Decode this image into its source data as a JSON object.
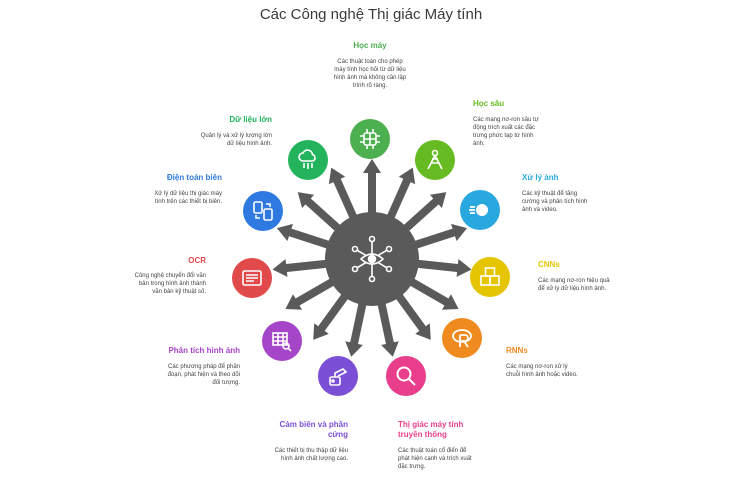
{
  "title": "Các Công nghệ Thị giác Máy tính",
  "colors": {
    "hub": "#5a5a5a",
    "hub_arrows": "#5a5a5a",
    "hoc_may": "#4caf50",
    "hoc_sau": "#66bb22",
    "xu_ly_anh": "#29a8e0",
    "cnns": "#e5c400",
    "rnns": "#ef8a1e",
    "thi_giac_truyen_thong": "#e83e8c",
    "cam_bien": "#7b4fd6",
    "phan_tich": "#a545c8",
    "ocr": "#e04a4a",
    "dien_toan_bien": "#2f7ae0",
    "du_lieu_lon": "#22b35c"
  },
  "items": [
    {
      "key": "hoc_may",
      "label": "Học máy",
      "desc": "Các thuật toán cho phép máy tính học hỏi từ dữ liệu hình ảnh mà không cần lập trình rõ ràng.",
      "icon": "brain-chip-icon"
    },
    {
      "key": "hoc_sau",
      "label": "Học sâu",
      "desc": "Các mạng nơ-ron sâu tự động trích xuất các đặc trưng phức tạp từ hình ảnh.",
      "icon": "neural-tower-icon"
    },
    {
      "key": "xu_ly_anh",
      "label": "Xử lý ảnh",
      "desc": "Các kỹ thuật để tăng cường và phân tích hình ảnh và video.",
      "icon": "motion-ball-icon"
    },
    {
      "key": "cnns",
      "label": "CNNs",
      "desc": "Các mạng nơ-ron hiệu quả để xử lý dữ liệu hình ảnh.",
      "icon": "cubes-icon"
    },
    {
      "key": "rnns",
      "label": "RNNs",
      "desc": "Các mạng nơ-ron xử lý chuỗi hình ảnh hoặc video.",
      "icon": "r-logo-icon"
    },
    {
      "key": "thi_giac_truyen_thong",
      "label": "Thị giác máy tính truyền thống",
      "desc": "Các thuật toán cổ điển để phát hiện cạnh và trích xuất đặc trưng.",
      "icon": "magnifier-icon"
    },
    {
      "key": "cam_bien",
      "label": "Cảm biến và phần cứng",
      "desc": "Các thiết bị thu thập dữ liệu hình ảnh chất lượng cao.",
      "icon": "camera-robot-icon"
    },
    {
      "key": "phan_tich",
      "label": "Phân tích hình ảnh",
      "desc": "Các phương pháp để phân đoạn, phát hiện và theo dõi đối tượng.",
      "icon": "grid-search-icon"
    },
    {
      "key": "ocr",
      "label": "OCR",
      "desc": "Công nghệ chuyển đổi văn bản trong hình ảnh thành văn bản kỹ thuật số.",
      "icon": "scanner-icon"
    },
    {
      "key": "dien_toan_bien",
      "label": "Điện toán biên",
      "desc": "Xử lý dữ liệu thị giác máy tính trên các thiết bị biên.",
      "icon": "devices-sync-icon"
    },
    {
      "key": "du_lieu_lon",
      "label": "Dữ liệu lớn",
      "desc": "Quản lý và xử lý lượng lớn dữ liệu hình ảnh.",
      "icon": "cloud-data-icon"
    }
  ]
}
